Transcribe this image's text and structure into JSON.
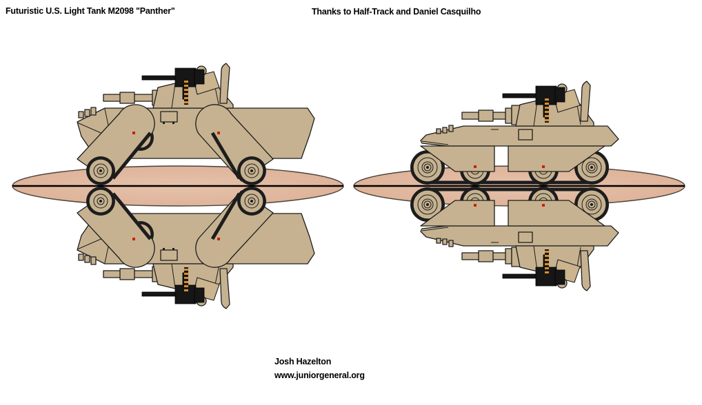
{
  "header": {
    "title": "Futuristic U.S. Light Tank M2098 \"Panther\"",
    "credit": "Thanks to Half-Track and Daniel Casquilho"
  },
  "footer": {
    "author": "Josh Hazelton",
    "website": "www.juniorgeneral.org"
  },
  "figures": {
    "left": {
      "pose": "suspension-raised",
      "mirrored_copy": "below fold line"
    },
    "right": {
      "pose": "suspension-lowered",
      "mirrored_copy": "below fold line"
    }
  },
  "palette": {
    "tan": "#C6B290",
    "uniform": "#CBB48E",
    "skin": "#E8C8A0",
    "line": "#1c1c1c",
    "gunmetal": "#161616",
    "track": "#1d1d1d",
    "belt": "#D98E2B",
    "reddot": "#CC2200",
    "basetop": "#E6C2AB",
    "basebottom": "#D8AB91",
    "baseedge": "#4a443c",
    "foldline": "#000000",
    "background": "#ffffff",
    "text": "#000000"
  }
}
